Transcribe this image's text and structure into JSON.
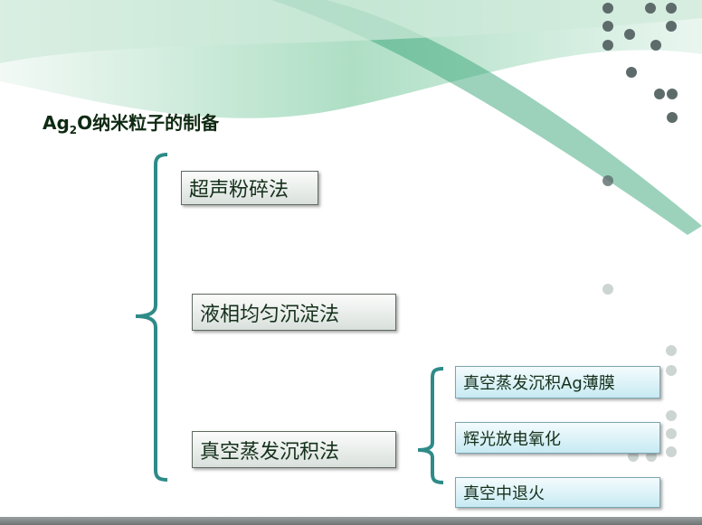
{
  "title": {
    "prefix": "Ag",
    "sub": "2",
    "suffix": "O纳米粒子的制备"
  },
  "methods": [
    {
      "label": "超声粉碎法"
    },
    {
      "label": "液相均匀沉淀法"
    },
    {
      "label": "真空蒸发沉积法"
    }
  ],
  "steps": [
    {
      "label": "真空蒸发沉积Ag薄膜"
    },
    {
      "label": "辉光放电氧化"
    },
    {
      "label": "真空中退火"
    }
  ],
  "colors": {
    "bracket": "#2e8b88",
    "accent": "#3aa57a"
  }
}
